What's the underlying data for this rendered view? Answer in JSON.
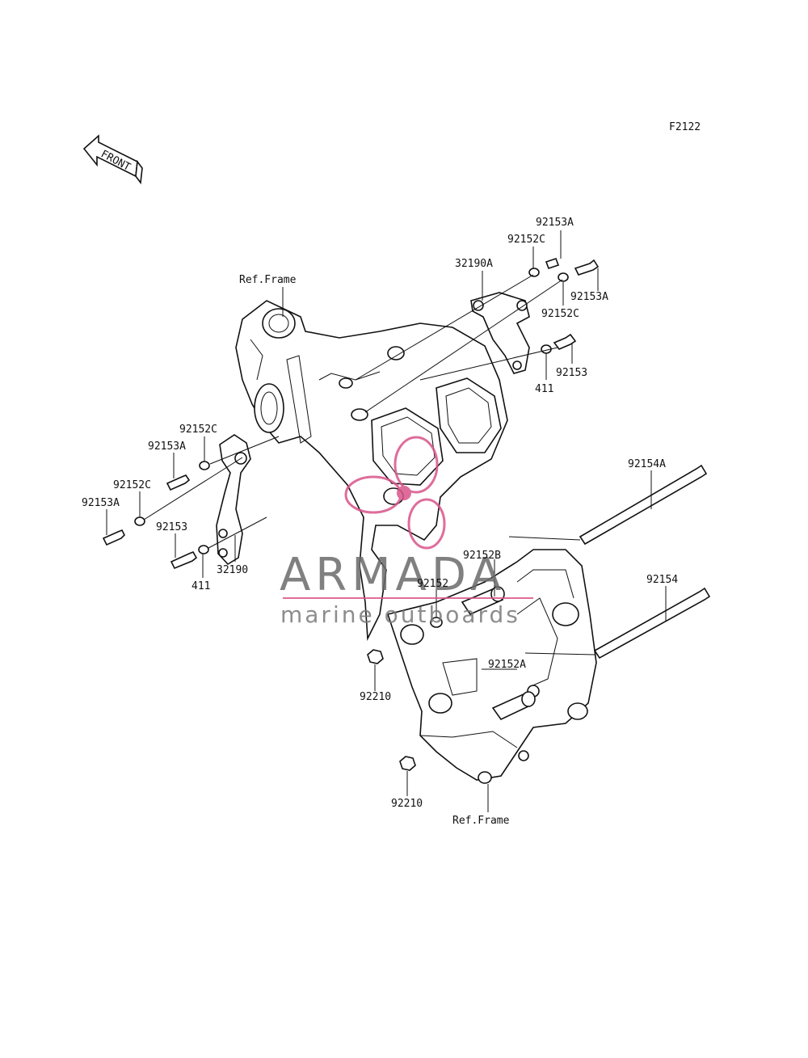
{
  "diagram_code": "F2122",
  "front_label": "FRONT",
  "watermark": {
    "brand": "ARMADA",
    "tagline": "marine outboards",
    "accent_color": "#d9548a"
  },
  "labels": {
    "ref_frame_top": "Ref.Frame",
    "ref_frame_bottom": "Ref.Frame",
    "p_92153A_a": "92153A",
    "p_92152C_a": "92152C",
    "p_32190A": "32190A",
    "p_92153A_b": "92153A",
    "p_92152C_b": "92152C",
    "p_92153_a": "92153",
    "p_411_a": "411",
    "p_92152C_c": "92152C",
    "p_92153A_c": "92153A",
    "p_92152C_d": "92152C",
    "p_92153A_d": "92153A",
    "p_92153_b": "92153",
    "p_32190": "32190",
    "p_411_b": "411",
    "p_92154A": "92154A",
    "p_92152B": "92152B",
    "p_92152": "92152",
    "p_92154": "92154",
    "p_92210_a": "92210",
    "p_92152A": "92152A",
    "p_92210_b": "92210"
  }
}
